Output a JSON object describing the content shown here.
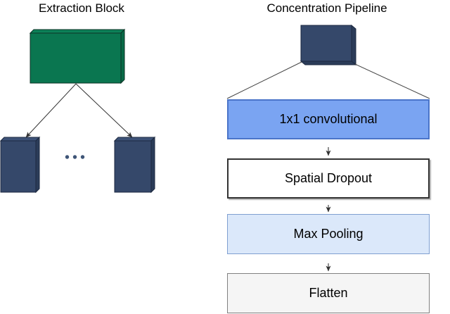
{
  "left_panel": {
    "title": "Extraction Block",
    "extraction_block": {
      "fill": "#0a7650",
      "face_top": "#0c8158",
      "face_side": "#086a47",
      "stroke": "#0d3326"
    },
    "child_block": {
      "fill": "#35486a",
      "face_top": "#3d5277",
      "face_side": "#2b3c59",
      "stroke": "#1d2940"
    },
    "ellipsis_dots": {
      "count": 3,
      "color": "#3e5577"
    },
    "arrow_color": "#333333"
  },
  "right_panel": {
    "title": "Concentration Pipeline",
    "input_block": {
      "fill": "#35486a",
      "face_side": "#2b3c59",
      "face_bottom": "#2b3c59",
      "stroke": "#1d2940"
    },
    "expand_line_color": "#444444",
    "connector_color": "#222222",
    "stages": [
      {
        "label": "1x1 convolutional",
        "fill": "#7aa4f2",
        "border": "#4a74c9"
      },
      {
        "label": "Spatial Dropout",
        "fill": "#ffffff",
        "border": "#333333"
      },
      {
        "label": "Max Pooling",
        "fill": "#dbe8fa",
        "border": "#7f9fd1"
      },
      {
        "label": "Flatten",
        "fill": "#f5f5f5",
        "border": "#808080"
      }
    ]
  }
}
